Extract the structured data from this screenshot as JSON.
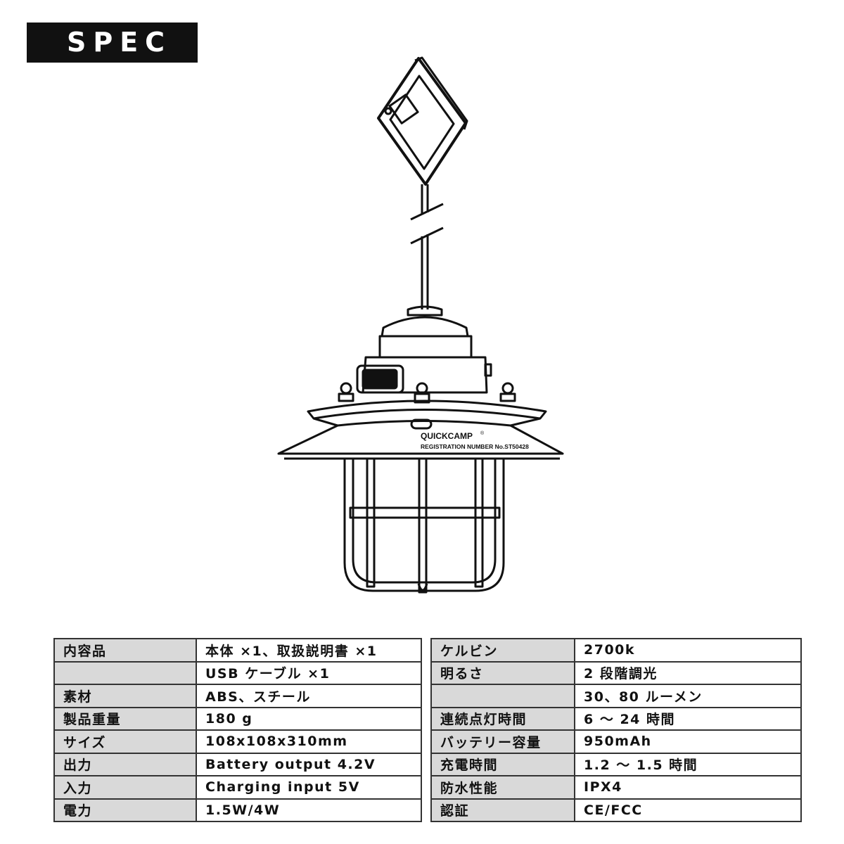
{
  "banner": {
    "title": "SPEC"
  },
  "product": {
    "brand": "QUICKCAMP",
    "brand_mark": "®",
    "registration": "REGISTRATION NUMBER No.ST50428"
  },
  "spec_left": [
    {
      "label": "内容品",
      "value": "本体 ×1、取扱説明書 ×1"
    },
    {
      "label": "",
      "value": "USB ケーブル ×1"
    },
    {
      "label": "素材",
      "value": "ABS、スチール"
    },
    {
      "label": "製品重量",
      "value": "180 g"
    },
    {
      "label": "サイズ",
      "value": "108x108x310mm"
    },
    {
      "label": "出力",
      "value": "Battery output 4.2V"
    },
    {
      "label": "入力",
      "value": "Charging input 5V"
    },
    {
      "label": "電力",
      "value": "1.5W/4W"
    }
  ],
  "spec_right": [
    {
      "label": "ケルビン",
      "value": "2700k"
    },
    {
      "label": "明るさ",
      "value": "2 段階調光"
    },
    {
      "label": "",
      "value": "30、80 ルーメン"
    },
    {
      "label": "連続点灯時間",
      "value": "6 ～ 24 時間"
    },
    {
      "label": "バッテリー容量",
      "value": "950mAh"
    },
    {
      "label": "充電時間",
      "value": "1.2 ～ 1.5 時間"
    },
    {
      "label": "防水性能",
      "value": "IPX4"
    },
    {
      "label": "認証",
      "value": "CE/FCC"
    }
  ],
  "colors": {
    "banner_bg": "#111111",
    "label_bg": "#d9d9d9",
    "line": "#111111"
  }
}
